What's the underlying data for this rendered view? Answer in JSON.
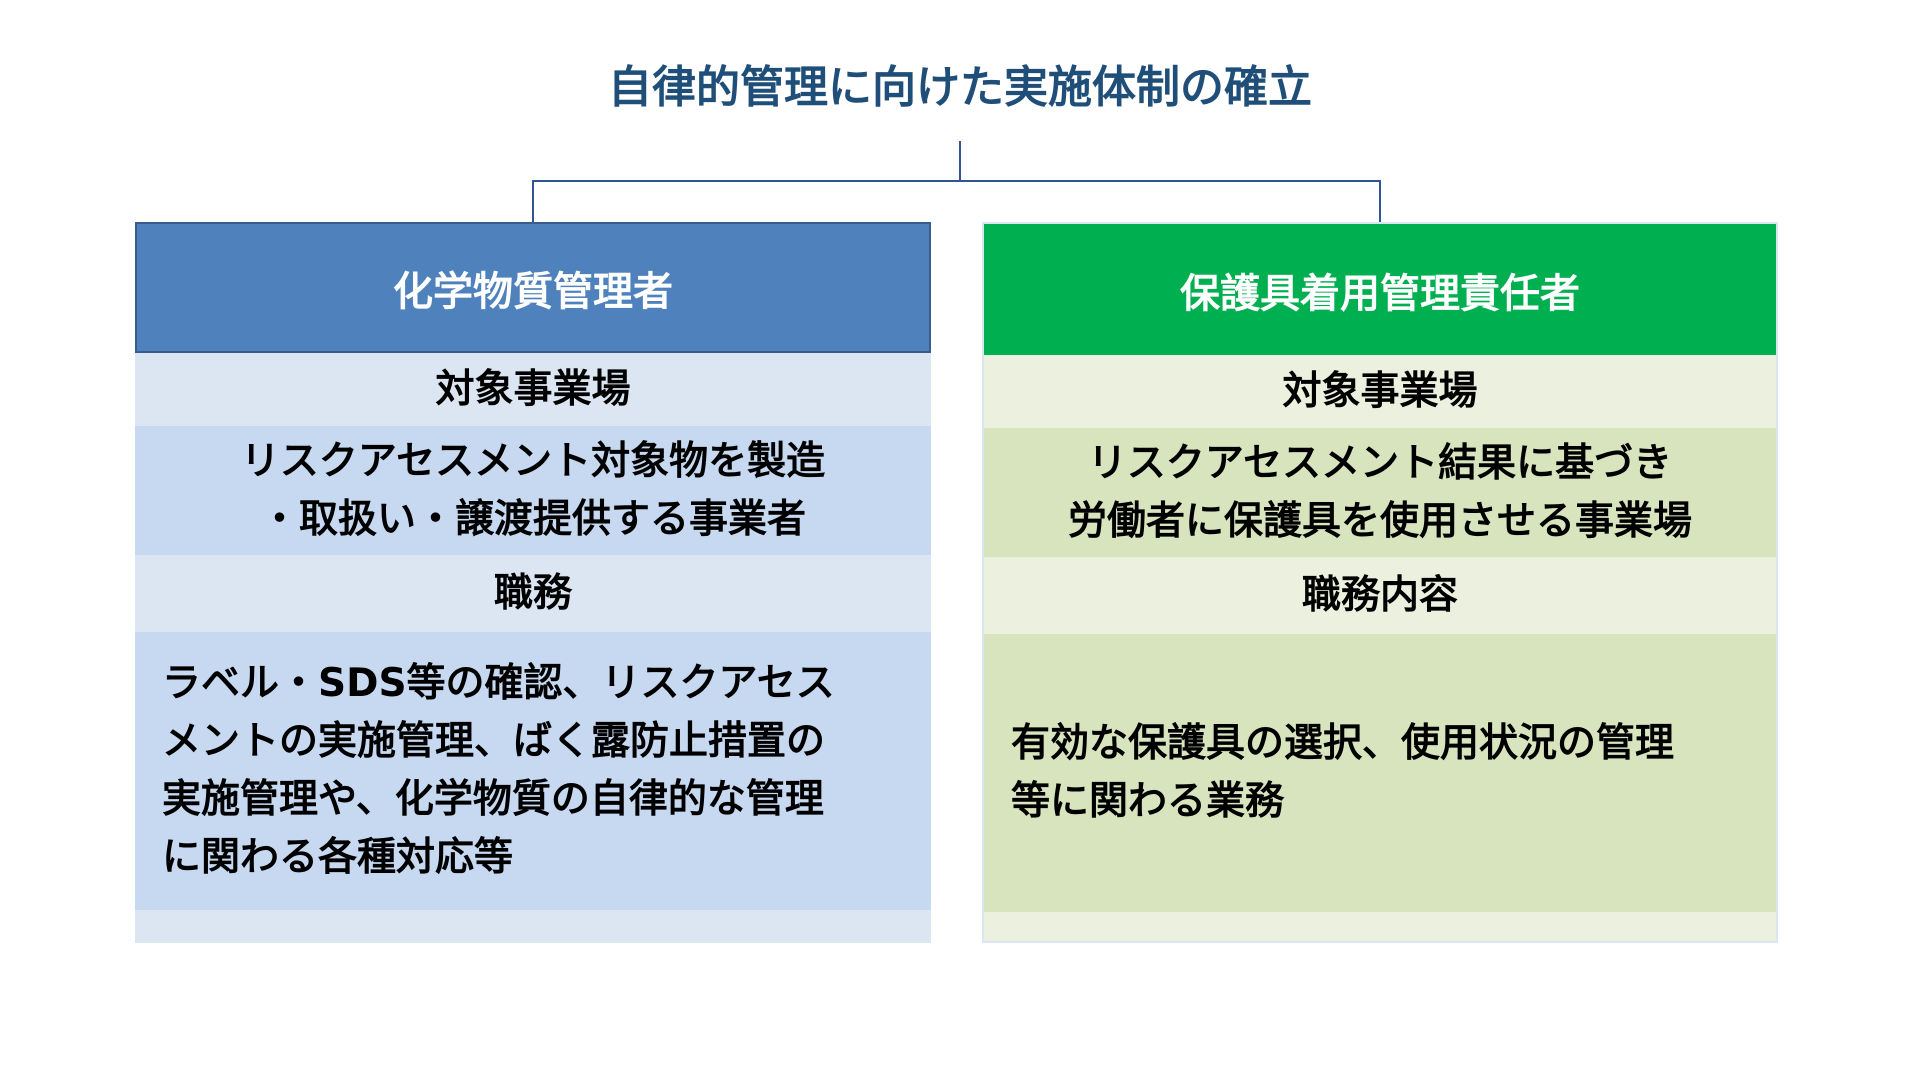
{
  "title": "自律的管理に向けた実施体制の確立",
  "columns": [
    {
      "header": "化学物質管理者",
      "target_label": "対象事業場",
      "target_text": "リスクアセスメント対象物を製造\n・取扱い・譲渡提供する事業者",
      "duty_label": "職務",
      "duty_text": "ラベル・SDS等の確認、リスクアセス\nメントの実施管理、ばく露防止措置の\n実施管理や、化学物質の自律的な管理\nに関わる各種対応等"
    },
    {
      "header": "保護具着用管理責任者",
      "target_label": "対象事業場",
      "target_text": "リスクアセスメント結果に基づき\n労働者に保護具を使用させる事業場",
      "duty_label": "職務内容",
      "duty_text": "有効な保護具の選択、使用状況の管理\n等に関わる業務"
    }
  ],
  "colors": {
    "title": "#1F4E79",
    "left_header": "#4F81BD",
    "right_header": "#00B050"
  }
}
